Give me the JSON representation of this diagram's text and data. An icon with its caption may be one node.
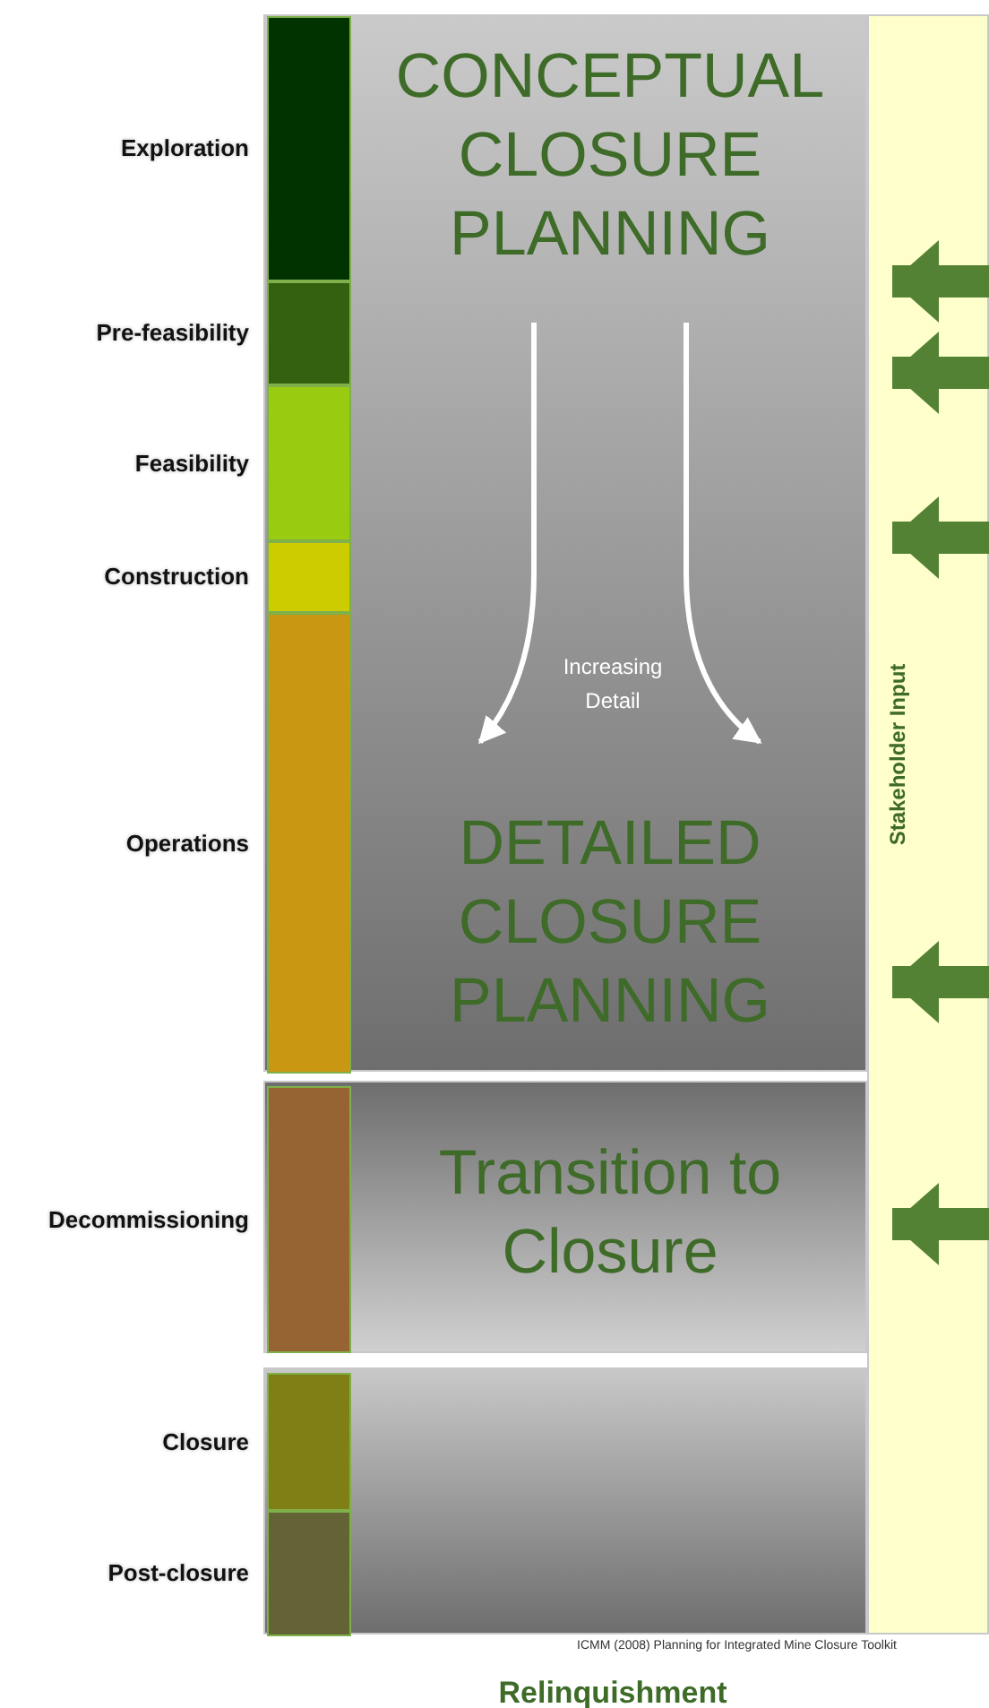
{
  "diagram": {
    "nodes": [
      {
        "text": [
          "CONCEPTUAL CLOSURE PLANNING",
          "DETAILED CLOSURE PLANNING"
        ]
      },
      {
        "text": [],
        "shape": "bar",
        "in": 0,
        "beside": [
          "Exploration"
        ]
      },
      {
        "text": [],
        "shape": "bar",
        "in": 0,
        "beside": [
          "Pre-feasibility"
        ]
      },
      {
        "text": [],
        "shape": "bar",
        "in": 0,
        "beside": [
          "Feasibility"
        ]
      },
      {
        "text": [],
        "shape": "bar",
        "in": 0,
        "beside": [
          "Construction"
        ]
      },
      {
        "text": [],
        "shape": "bar",
        "in": 0,
        "beside": [
          "Operations"
        ]
      },
      {
        "text": [
          "Transition to Closure"
        ]
      },
      {
        "text": [],
        "shape": "bar",
        "in": 6,
        "beside": [
          "Decommissioning"
        ]
      },
      {
        "text": [],
        "shape": "box"
      },
      {
        "text": [],
        "shape": "bar",
        "in": 8,
        "beside": [
          "Closure"
        ]
      },
      {
        "text": [],
        "shape": "bar",
        "in": 8,
        "beside": [
          "Post-closure"
        ]
      },
      {
        "text": [
          "Stakeholder Input"
        ]
      }
    ],
    "edges": [
      {
        "from": 11,
        "to": 0,
        "arrow": "to"
      },
      {
        "from": 11,
        "to": 0,
        "arrow": "to"
      },
      {
        "from": 11,
        "to": 0,
        "arrow": "to"
      },
      {
        "from": 11,
        "to": 0,
        "arrow": "to"
      },
      {
        "from": 11,
        "to": 6,
        "arrow": "to"
      }
    ],
    "labels": [
      "Increasing Detail",
      "ICMM (2008) Planning for Integrated Mine Closure Toolkit",
      "Relinquishment"
    ]
  }
}
